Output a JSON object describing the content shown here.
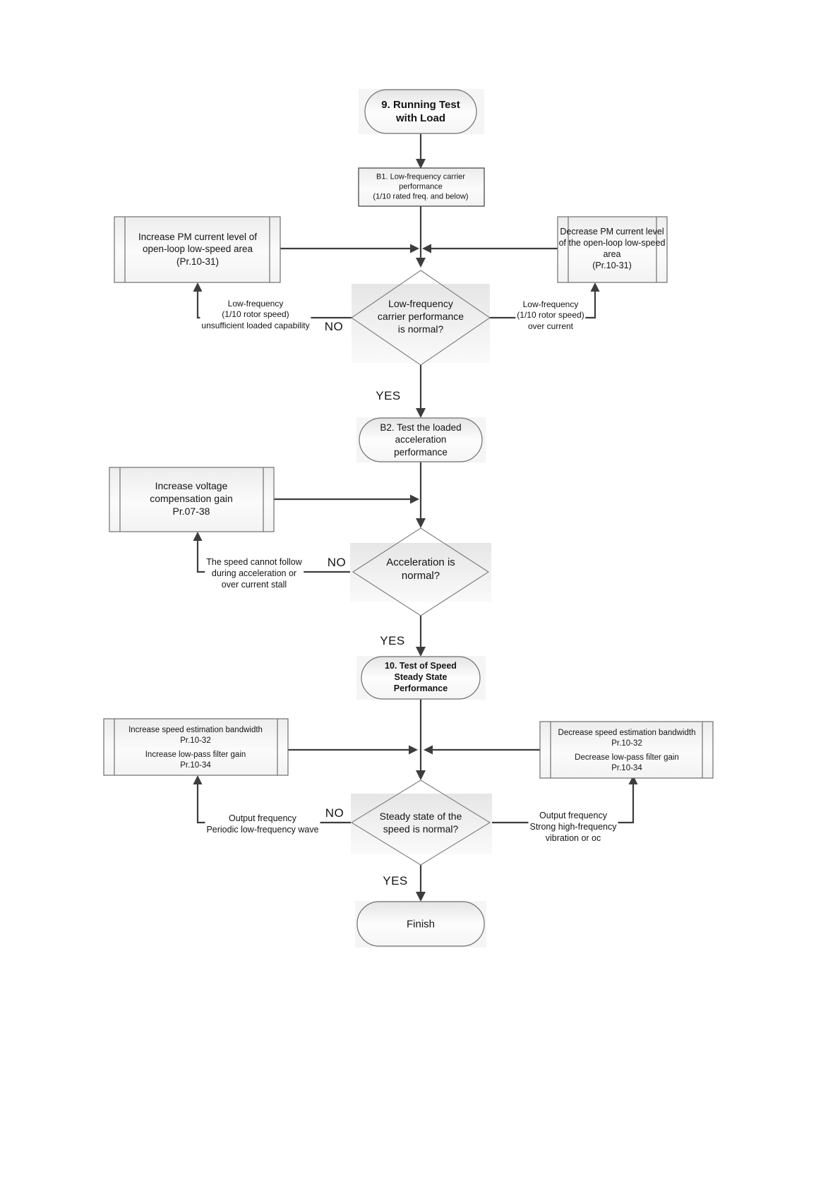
{
  "nodes": {
    "start": {
      "label": "9. Running Test\nwith Load"
    },
    "b1": {
      "label": "B1. Low-frequency carrier\nperformance\n(1/10 rated freq. and below)"
    },
    "inc_pm": {
      "label": "Increase PM current level of\nopen-loop low-speed area\n(Pr.10-31)"
    },
    "dec_pm": {
      "label": "Decrease PM current level\nof the open-loop low-speed\narea\n(Pr.10-31)"
    },
    "d1": {
      "label": "Low-frequency\ncarrier performance\nis normal?"
    },
    "b2": {
      "label": "B2. Test the loaded\nacceleration\nperformance"
    },
    "inc_volt": {
      "label": "Increase voltage\ncompensation gain\nPr.07-38"
    },
    "d2": {
      "label": "Acceleration is\nnormal?"
    },
    "test10": {
      "label": "10. Test of Speed\nSteady State\nPerformance"
    },
    "inc_bw_top": "Increase speed estimation bandwidth\nPr.10-32",
    "inc_bw_bottom": "Increase low-pass filter gain\nPr.10-34",
    "dec_bw_top": "Decrease speed estimation bandwidth\nPr.10-32",
    "dec_bw_bottom": "Decrease low-pass filter gain\nPr.10-34",
    "d3": {
      "label": "Steady state of the\nspeed is normal?"
    },
    "finish": {
      "label": "Finish"
    }
  },
  "edge_labels": {
    "d1_no": "NO",
    "d1_yes": "YES",
    "d1_no_desc": "Low-frequency\n(1/10 rotor speed)\nunsufficient loaded capability",
    "d1_right_desc": "Low-frequency\n(1/10 rotor speed)\nover current",
    "d2_no": "NO",
    "d2_yes": "YES",
    "d2_no_desc": "The speed cannot follow\nduring acceleration or\nover current stall",
    "d3_no": "NO",
    "d3_yes": "YES",
    "d3_no_desc": "Output frequency\nPeriodic low-frequency wave",
    "d3_right_desc": "Output frequency\nStrong high-frequency\nvibration or oc"
  },
  "colors": {
    "line": "#3d3d3d",
    "shape_border": "#6f6f6f",
    "shape_fill_top": "#e9e9e9",
    "shape_fill_bottom": "#fbfbfb",
    "background": "#ffffff",
    "text": "#141414"
  }
}
